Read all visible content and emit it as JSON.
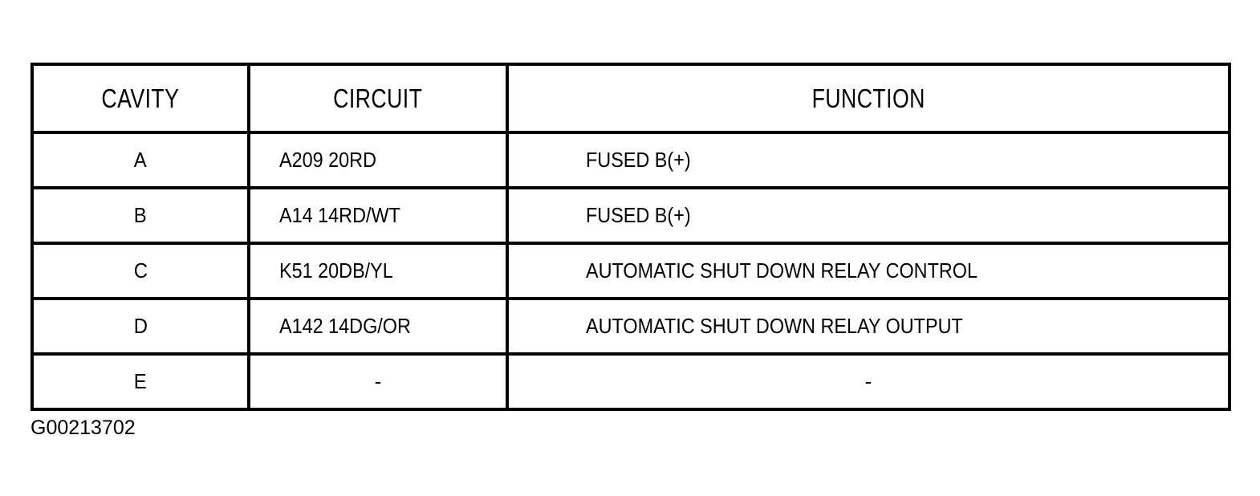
{
  "table": {
    "columns": [
      {
        "key": "cavity",
        "label": "CAVITY",
        "align": "center"
      },
      {
        "key": "circuit",
        "label": "CIRCUIT",
        "align": "left"
      },
      {
        "key": "function",
        "label": "FUNCTION",
        "align": "left"
      }
    ],
    "rows": [
      {
        "cavity": "A",
        "circuit": "A209 20RD",
        "function": "FUSED B(+)"
      },
      {
        "cavity": "B",
        "circuit": "A14 14RD/WT",
        "function": "FUSED B(+)"
      },
      {
        "cavity": "C",
        "circuit": "K51 20DB/YL",
        "function": "AUTOMATIC SHUT DOWN RELAY CONTROL"
      },
      {
        "cavity": "D",
        "circuit": "A142 14DG/OR",
        "function": "AUTOMATIC SHUT DOWN RELAY OUTPUT"
      },
      {
        "cavity": "E",
        "circuit": "-",
        "function": "-"
      }
    ]
  },
  "caption": {
    "text": "G00213702"
  },
  "colors": {
    "ink": "#000000",
    "paper": "#ffffff"
  }
}
